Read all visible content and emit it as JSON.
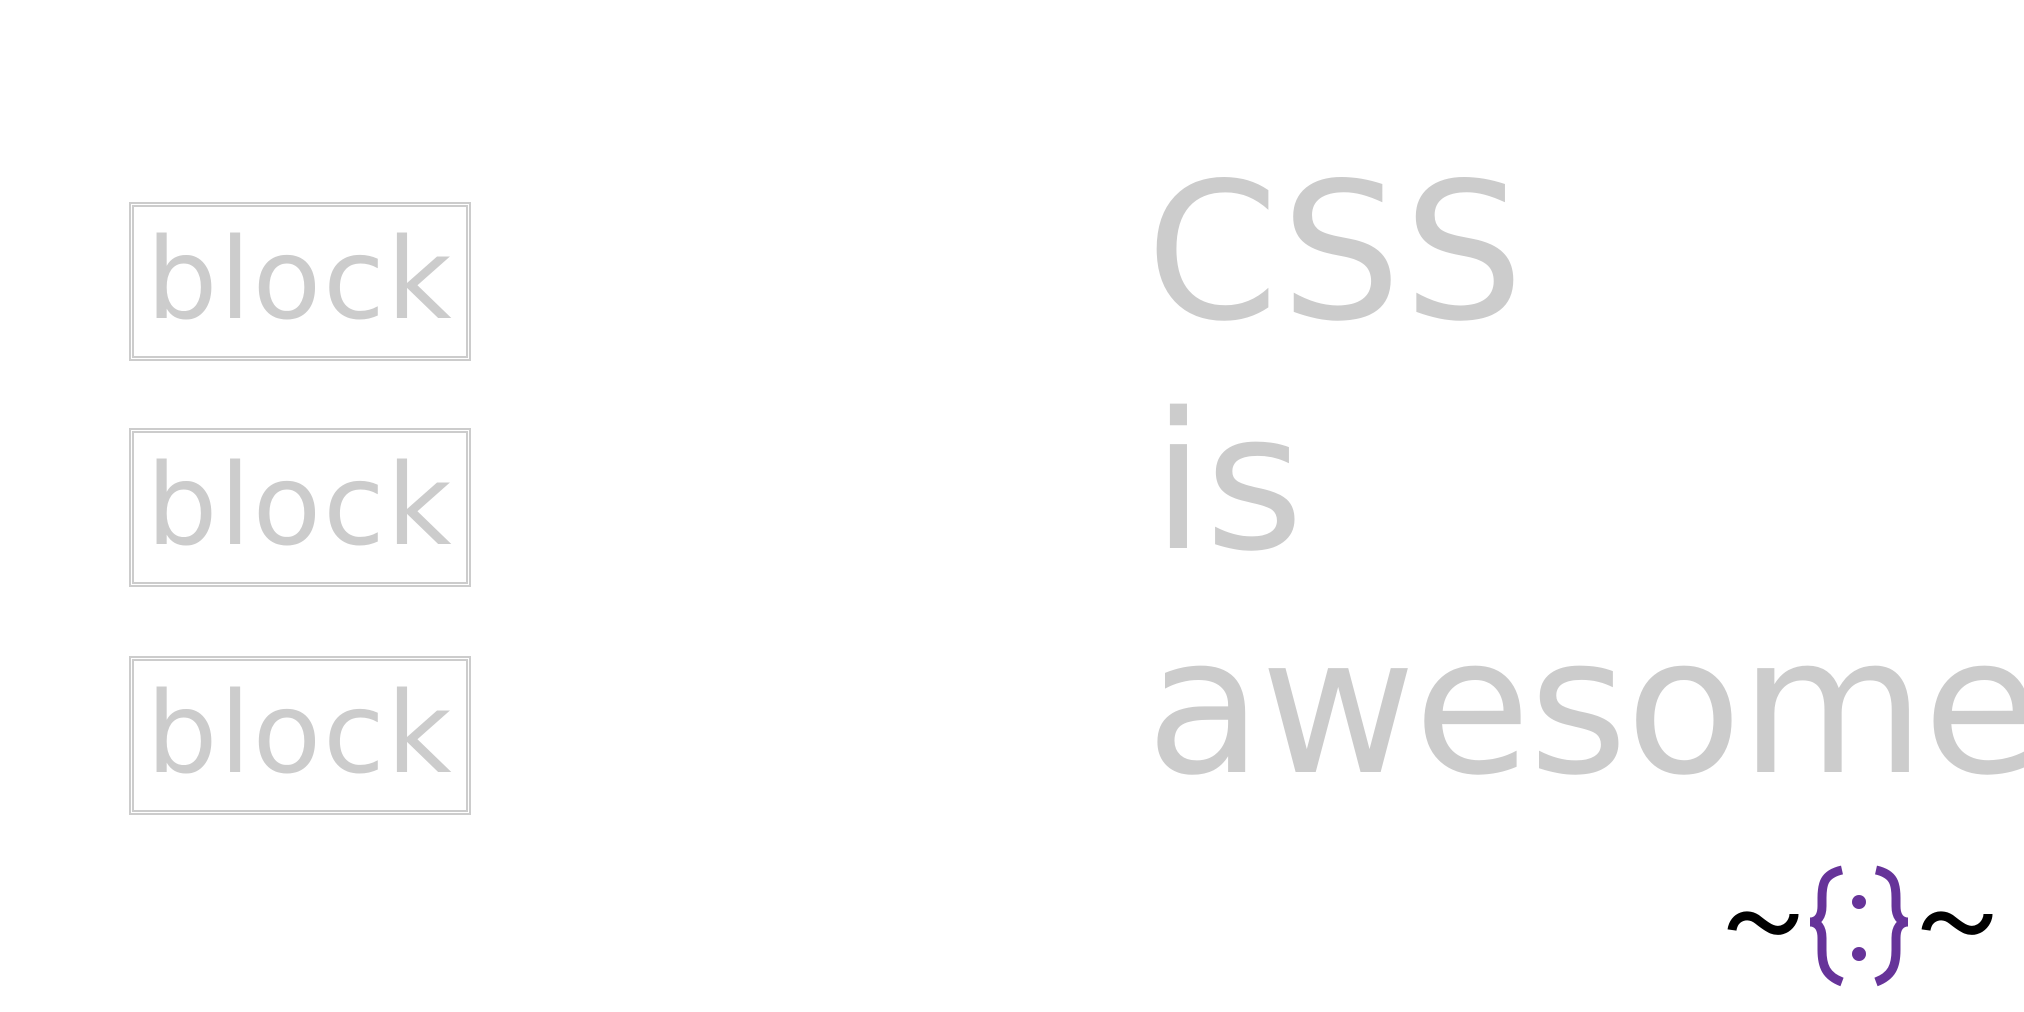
{
  "blocks": [
    {
      "label": "block"
    },
    {
      "label": "block"
    },
    {
      "label": "block"
    }
  ],
  "heading": {
    "line1": "CSS",
    "line2": "is",
    "line3": "awesome"
  },
  "colors": {
    "text_gray": "#cccccc",
    "logo_purple": "#663399",
    "logo_black": "#000000",
    "background": "#ffffff"
  },
  "logo": {
    "icon": "css-tricks-tilde-brace-icon",
    "text": "~{:}~"
  }
}
